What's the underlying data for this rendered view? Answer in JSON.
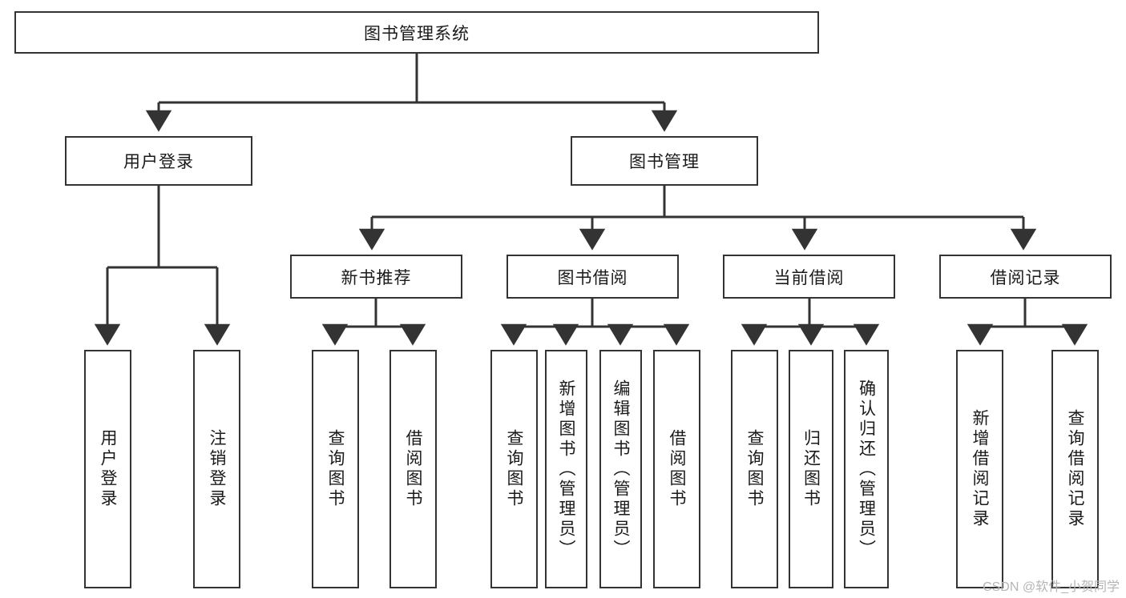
{
  "diagram": {
    "title_node": "图书管理系统",
    "watermark": "CSDN @软件_小贺同学",
    "line_color": "#333333",
    "background_color": "#ffffff",
    "text_color": "#1a1a1a",
    "nodes": {
      "root": "图书管理系统",
      "user_login": "用户登录",
      "book_manage": "图书管理",
      "new_book_rec": "新书推荐",
      "book_borrow": "图书借阅",
      "current_borrow": "当前借阅",
      "borrow_record": "借阅记录",
      "leaf_user_login": "用户登录",
      "leaf_user_logout": "注销登录",
      "leaf_query_book_1": "查询图书",
      "leaf_borrow_book_1": "借阅图书",
      "leaf_query_book_2": "查询图书",
      "leaf_add_book": "新增图书（管理员）",
      "leaf_edit_book": "编辑图书（管理员）",
      "leaf_borrow_book_2": "借阅图书",
      "leaf_query_book_3": "查询图书",
      "leaf_return_book": "归还图书",
      "leaf_confirm_return": "确认归还（管理员）",
      "leaf_add_record": "新增借阅记录",
      "leaf_query_record": "查询借阅记录"
    }
  }
}
